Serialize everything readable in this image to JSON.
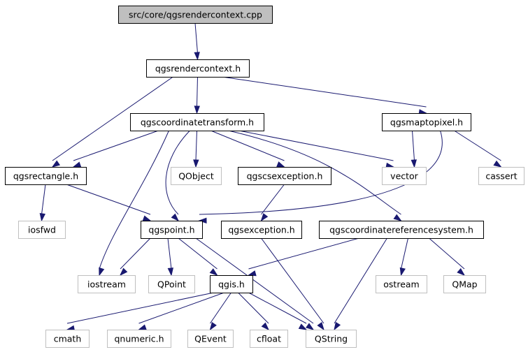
{
  "graph": {
    "nodes": [
      {
        "id": "root",
        "label": "src/core/qgsrendercontext.cpp",
        "style": "root"
      },
      {
        "id": "rc",
        "label": "qgsrendercontext.h",
        "style": "file"
      },
      {
        "id": "ct",
        "label": "qgscoordinatetransform.h",
        "style": "file"
      },
      {
        "id": "mtp",
        "label": "qgsmaptopixel.h",
        "style": "file"
      },
      {
        "id": "rect",
        "label": "qgsrectangle.h",
        "style": "file"
      },
      {
        "id": "qobject",
        "label": "QObject",
        "style": "ext"
      },
      {
        "id": "csex",
        "label": "qgscsexception.h",
        "style": "file"
      },
      {
        "id": "vector",
        "label": "vector",
        "style": "ext"
      },
      {
        "id": "cassert",
        "label": "cassert",
        "style": "ext"
      },
      {
        "id": "iosfwd",
        "label": "iosfwd",
        "style": "ext"
      },
      {
        "id": "point",
        "label": "qgspoint.h",
        "style": "file"
      },
      {
        "id": "ex",
        "label": "qgsexception.h",
        "style": "file"
      },
      {
        "id": "crs",
        "label": "qgscoordinatereferencesystem.h",
        "style": "file"
      },
      {
        "id": "iostream",
        "label": "iostream",
        "style": "ext"
      },
      {
        "id": "qpoint",
        "label": "QPoint",
        "style": "ext"
      },
      {
        "id": "qgis",
        "label": "qgis.h",
        "style": "file"
      },
      {
        "id": "ostream",
        "label": "ostream",
        "style": "ext"
      },
      {
        "id": "qmap",
        "label": "QMap",
        "style": "ext"
      },
      {
        "id": "cmath",
        "label": "cmath",
        "style": "ext"
      },
      {
        "id": "qnumeric",
        "label": "qnumeric.h",
        "style": "ext"
      },
      {
        "id": "qevent",
        "label": "QEvent",
        "style": "ext"
      },
      {
        "id": "cfloat",
        "label": "cfloat",
        "style": "ext"
      },
      {
        "id": "qstring",
        "label": "QString",
        "style": "ext"
      }
    ],
    "edges": [
      {
        "from": "root",
        "to": "rc"
      },
      {
        "from": "rc",
        "to": "ct"
      },
      {
        "from": "rc",
        "to": "mtp"
      },
      {
        "from": "rc",
        "to": "rect"
      },
      {
        "from": "ct",
        "to": "rect"
      },
      {
        "from": "ct",
        "to": "qobject"
      },
      {
        "from": "ct",
        "to": "csex"
      },
      {
        "from": "ct",
        "to": "vector"
      },
      {
        "from": "ct",
        "to": "crs"
      },
      {
        "from": "ct",
        "to": "point"
      },
      {
        "from": "ct",
        "to": "iostream"
      },
      {
        "from": "mtp",
        "to": "vector"
      },
      {
        "from": "mtp",
        "to": "cassert"
      },
      {
        "from": "mtp",
        "to": "point"
      },
      {
        "from": "rect",
        "to": "iosfwd"
      },
      {
        "from": "rect",
        "to": "point"
      },
      {
        "from": "csex",
        "to": "ex"
      },
      {
        "from": "ex",
        "to": "qstring"
      },
      {
        "from": "point",
        "to": "iostream"
      },
      {
        "from": "point",
        "to": "qpoint"
      },
      {
        "from": "point",
        "to": "qgis"
      },
      {
        "from": "point",
        "to": "qstring"
      },
      {
        "from": "crs",
        "to": "qgis"
      },
      {
        "from": "crs",
        "to": "qstring"
      },
      {
        "from": "crs",
        "to": "ostream"
      },
      {
        "from": "crs",
        "to": "qmap"
      },
      {
        "from": "qgis",
        "to": "cmath"
      },
      {
        "from": "qgis",
        "to": "qnumeric"
      },
      {
        "from": "qgis",
        "to": "qevent"
      },
      {
        "from": "qgis",
        "to": "cfloat"
      },
      {
        "from": "qgis",
        "to": "qstring"
      }
    ]
  },
  "colors": {
    "edge": "#191970",
    "root_fill": "#bfbfbf",
    "node_border": "#000000",
    "external_border": "#bfbfbf"
  }
}
